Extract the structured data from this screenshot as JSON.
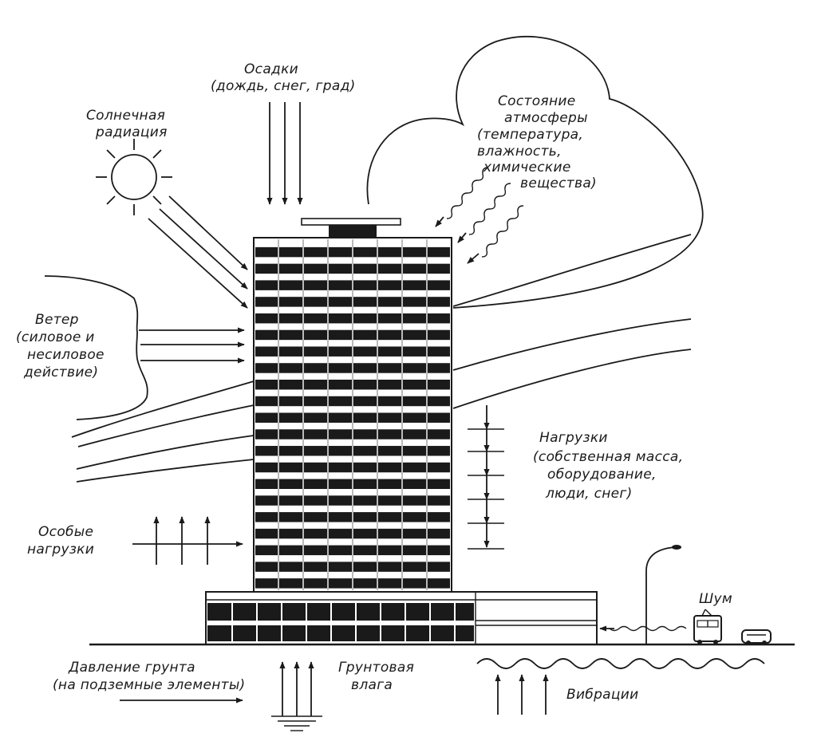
{
  "labels": {
    "precipitation": [
      "Осадки",
      "(дождь, снег, град)"
    ],
    "solar": [
      "Солнечная",
      "радиация"
    ],
    "atmosphere": [
      "Состояние",
      "атмосферы",
      "(температура,",
      "влажность,",
      "химические",
      "вещества)"
    ],
    "wind": [
      "Ветер",
      "(силовое и",
      "несиловое",
      "действие)"
    ],
    "loads": [
      "Нагрузки",
      "(собственная масса,",
      "оборудование,",
      "люди, снег)"
    ],
    "special_loads": [
      "Особые",
      "нагрузки"
    ],
    "noise": [
      "Шум"
    ],
    "ground_pressure": [
      "Давление грунта",
      "(на подземные элементы)"
    ],
    "ground_moisture": [
      "Грунтовая",
      "влага"
    ],
    "vibration": [
      "Вибрации"
    ]
  },
  "colors": {
    "ink": "#1a1a1a",
    "paper": "#ffffff"
  }
}
